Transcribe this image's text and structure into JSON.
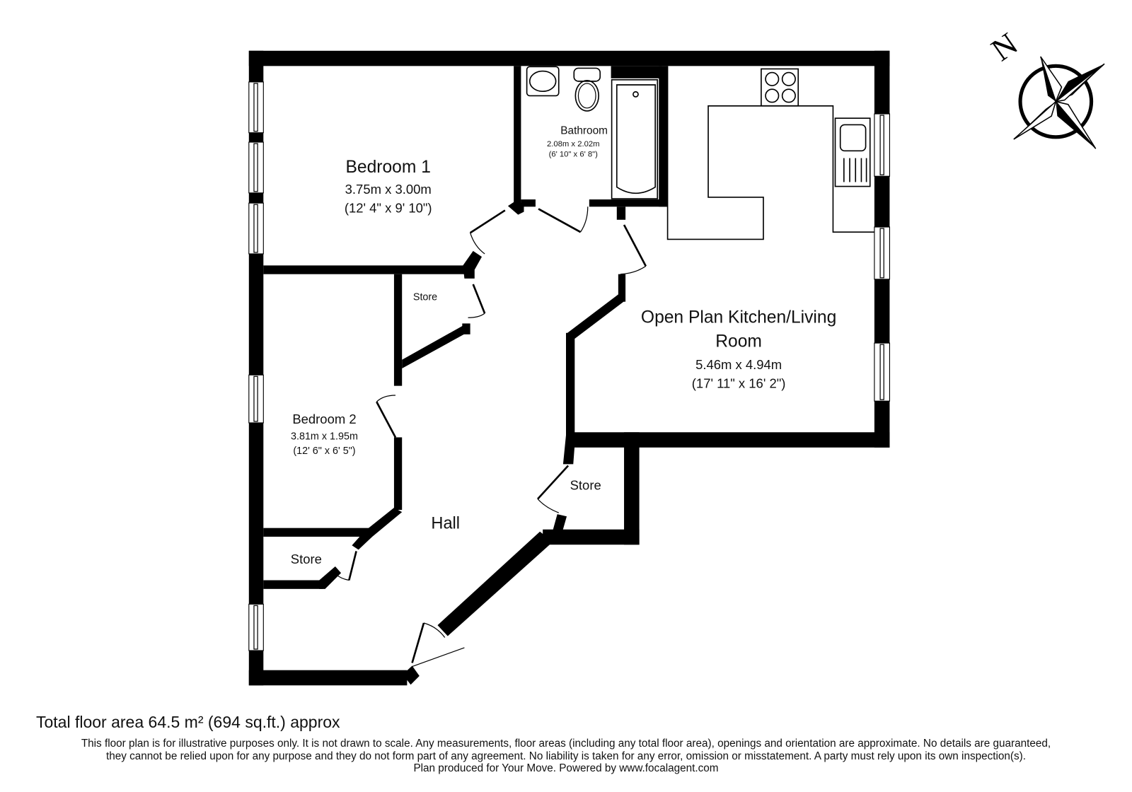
{
  "rooms": {
    "bedroom1": {
      "name": "Bedroom 1",
      "metric": "3.75m x 3.00m",
      "imperial": "(12' 4\" x 9' 10\")"
    },
    "bathroom": {
      "name": "Bathroom",
      "metric": "2.08m x 2.02m",
      "imperial": "(6' 10\" x 6' 8\")"
    },
    "kitchen": {
      "name_line1": "Open Plan Kitchen/Living",
      "name_line2": "Room",
      "metric": "5.46m x 4.94m",
      "imperial": "(17' 11\" x 16' 2\")"
    },
    "bedroom2": {
      "name": "Bedroom 2",
      "metric": "3.81m x 1.95m",
      "imperial": "(12' 6\" x 6' 5\")"
    },
    "store_top": {
      "name": "Store"
    },
    "store_right": {
      "name": "Store"
    },
    "store_bottom": {
      "name": "Store"
    },
    "hall": {
      "name": "Hall"
    }
  },
  "compass": {
    "label": "N",
    "icon": "compass-rose-icon"
  },
  "footer": {
    "total_area": "Total floor area 64.5 m² (694 sq.ft.) approx",
    "disclaimer_line1": "This floor plan is for illustrative purposes only. It is not drawn to scale. Any measurements, floor areas (including any total floor area), openings and orientation are approximate. No details are guaranteed,",
    "disclaimer_line2": "they cannot be relied upon for any purpose and they do not form part of any agreement. No liability is taken for any error, omission or misstatement. A party must rely upon its own inspection(s).",
    "disclaimer_line3": "Plan produced for Your Move. Powered by www.focalagent.com"
  },
  "colors": {
    "wall": "#000000",
    "background": "#ffffff",
    "text": "#111111"
  }
}
